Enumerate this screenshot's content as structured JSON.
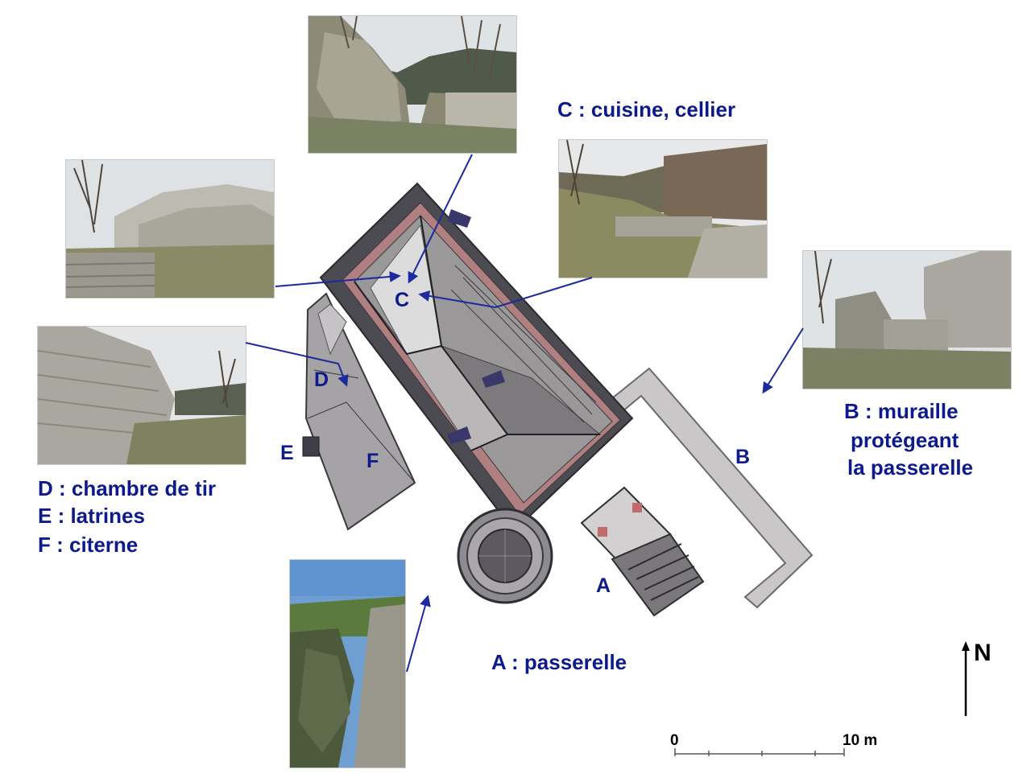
{
  "captions": {
    "c": "C : cuisine, cellier",
    "b_line1": "B : muraille",
    "b_line2": "protégeant",
    "b_line3": "la passerelle",
    "d": "D : chambre de tir",
    "e": "E : latrines",
    "f": "F : citerne",
    "a": "A : passerelle"
  },
  "plan_letters": {
    "a": "A",
    "b": "B",
    "c": "C",
    "d": "D",
    "e": "E",
    "f": "F"
  },
  "scale": {
    "start": "0",
    "end": "10 m"
  },
  "north": "N",
  "colors": {
    "caption_blue": "#0d1a8c",
    "arrow_blue": "#1c2a9e",
    "wall_dark": "#4d4b52",
    "wall_red": "#b07f7f",
    "floor_grey": "#9a9899",
    "floor_light": "#dcdcdc",
    "rampart_grey": "#c9c7c7"
  }
}
